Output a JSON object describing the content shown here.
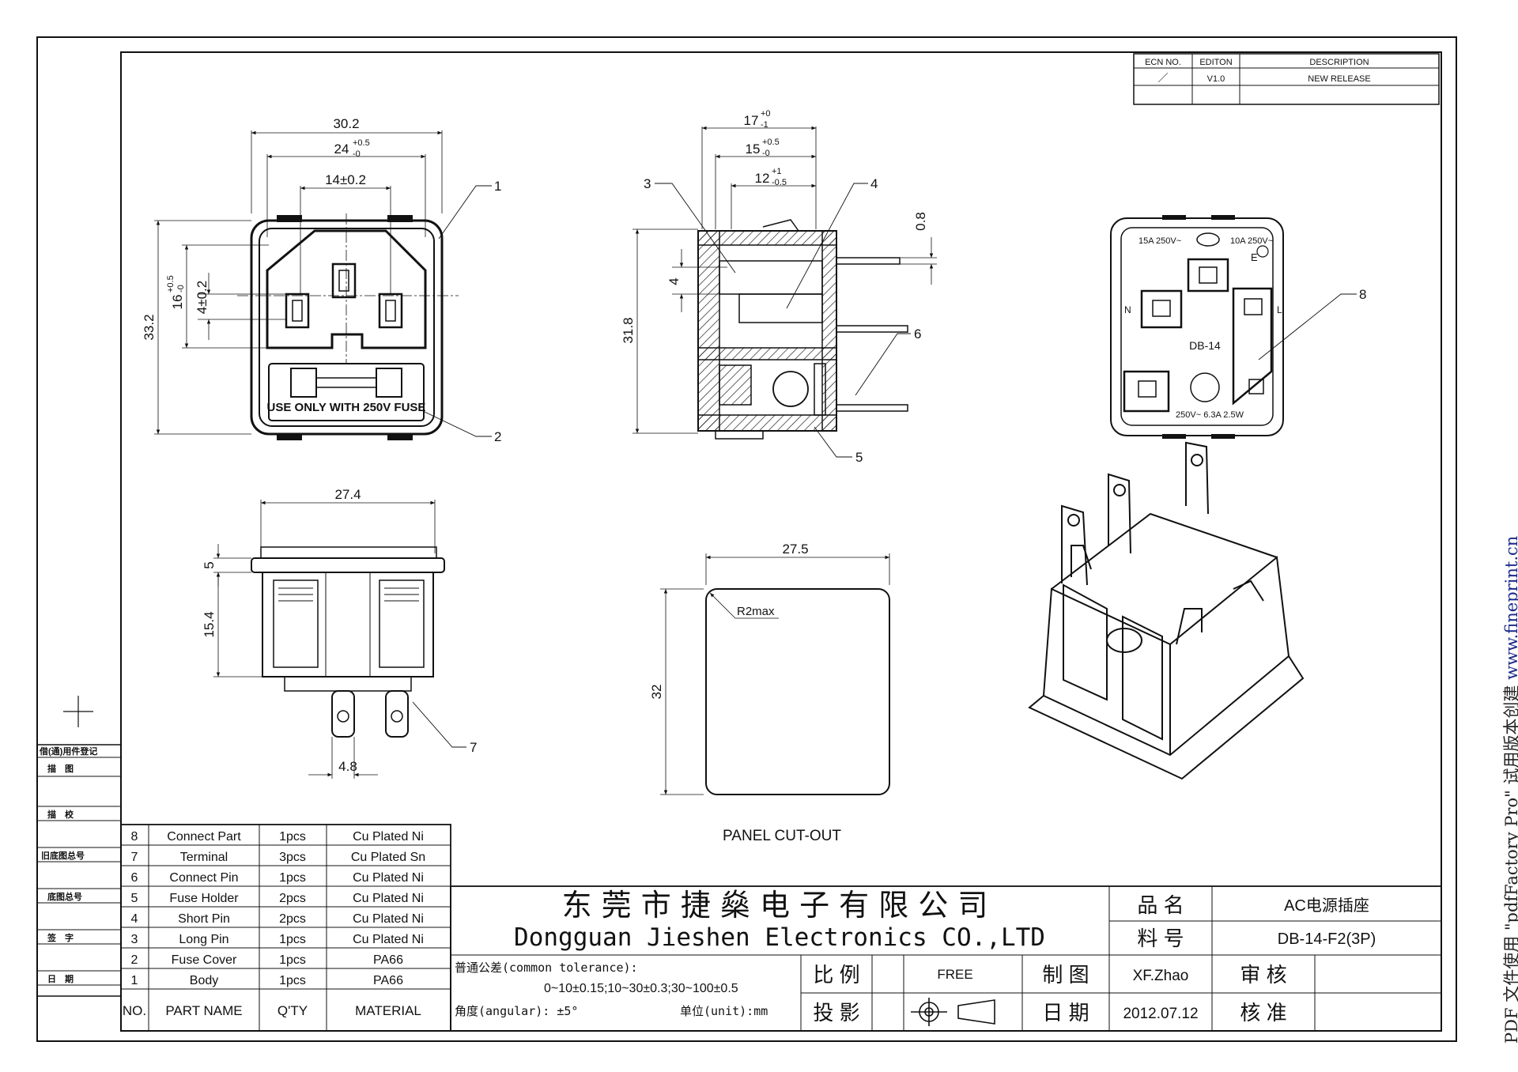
{
  "revision": {
    "headers": [
      "ECN NO.",
      "EDITON",
      "DESCRIPTION"
    ],
    "row": {
      "ecn": "／",
      "edition": "V1.0",
      "description": "NEW RELEASE"
    }
  },
  "front_view": {
    "dim_width": "30.2",
    "dim_inner": "24",
    "dim_inner_tol_top": "+0.5",
    "dim_inner_tol_bot": "-0",
    "dim_pin_spacing": "14±0.2",
    "dim_height": "33.2",
    "dim_16": "16",
    "dim_16_tol_top": "+0.5",
    "dim_16_tol_bot": "-0",
    "dim_4": "4±0.2",
    "fuse_text": "USE ONLY WITH 250V FUSE",
    "callout_1": "1",
    "callout_2": "2"
  },
  "side_view": {
    "dim_17": "17",
    "dim_17_tol_top": "+0",
    "dim_17_tol_bot": "-1",
    "dim_15": "15",
    "dim_15_tol_top": "+0.5",
    "dim_15_tol_bot": "-0",
    "dim_12": "12",
    "dim_12_tol_top": "+1",
    "dim_12_tol_bot": "-0.5",
    "dim_08": "0.8",
    "dim_4": "4",
    "dim_318": "31.8",
    "callout_3": "3",
    "callout_4": "4",
    "callout_5": "5",
    "callout_6": "6"
  },
  "rear_view": {
    "rating_left": "15A 250V~",
    "rating_right": "10A 250V~",
    "label_n": "N",
    "label_l": "L",
    "label_e": "E",
    "model": "DB-14",
    "fuse_rating": "250V~ 6.3A 2.5W",
    "callout_8": "8"
  },
  "bottom_view": {
    "dim_width": "27.4",
    "dim_5": "5",
    "dim_154": "15.4",
    "dim_48": "4.8",
    "callout_7": "7"
  },
  "panel_cutout": {
    "dim_width": "27.5",
    "dim_height": "32",
    "radius": "R2max",
    "caption": "PANEL CUT-OUT"
  },
  "left_strip": {
    "rows": [
      "借(通)用件登记",
      "描　图",
      "描　校",
      "旧底图总号",
      "底图总号",
      "签　字",
      "日　期"
    ]
  },
  "bom": {
    "headers": {
      "no": "NO.",
      "name": "PART NAME",
      "qty": "Q'TY",
      "material": "MATERIAL"
    },
    "rows": [
      {
        "no": "8",
        "name": "Connect Part",
        "qty": "1pcs",
        "material": "Cu Plated Ni"
      },
      {
        "no": "7",
        "name": "Terminal",
        "qty": "3pcs",
        "material": "Cu Plated Sn"
      },
      {
        "no": "6",
        "name": "Connect Pin",
        "qty": "1pcs",
        "material": "Cu Plated Ni"
      },
      {
        "no": "5",
        "name": "Fuse Holder",
        "qty": "2pcs",
        "material": "Cu Plated Ni"
      },
      {
        "no": "4",
        "name": "Short Pin",
        "qty": "2pcs",
        "material": "Cu Plated Ni"
      },
      {
        "no": "3",
        "name": "Long Pin",
        "qty": "1pcs",
        "material": "Cu Plated Ni"
      },
      {
        "no": "2",
        "name": "Fuse Cover",
        "qty": "1pcs",
        "material": "PA66"
      },
      {
        "no": "1",
        "name": "Body",
        "qty": "1pcs",
        "material": "PA66"
      }
    ]
  },
  "title_block": {
    "company_cn": "东 莞 市 捷 燊 电 子 有 限 公 司",
    "company_en": "Dongguan Jieshen Electronics CO.,LTD",
    "tolerance_line1": "普通公差(common tolerance):",
    "tolerance_line2": "0~10±0.15;10~30±0.3;30~100±0.5",
    "angular": "角度(angular):  ±5°",
    "unit": "单位(unit):mm",
    "scale_label": "比 例",
    "scale_value": "FREE",
    "projection_label": "投 影",
    "drawn_label": "制 图",
    "drawn_value": "XF.Zhao",
    "date_label": "日 期",
    "date_value": "2012.07.12",
    "check_label": "审 核",
    "approve_label": "核 准",
    "product_name_label": "品 名",
    "product_name_value": "AC电源插座",
    "part_no_label": "料 号",
    "part_no_value": "DB-14-F2(3P)"
  },
  "watermark": {
    "prefix": "PDF 文件使用 \"pdfFactory Pro\" 试用版本创建 ",
    "url": "www.fineprint.cn"
  }
}
